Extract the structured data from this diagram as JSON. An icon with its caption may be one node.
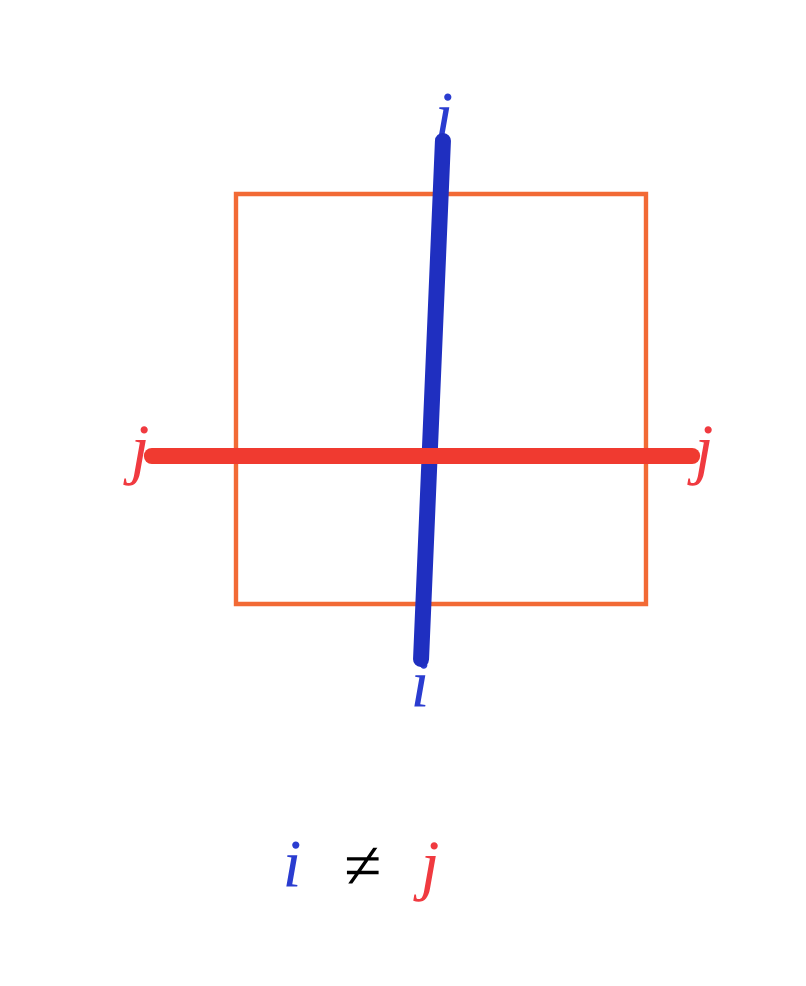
{
  "diagram": {
    "nodes": [
      {
        "text": [
          "i"
        ]
      },
      {
        "text": [
          "j"
        ]
      },
      {
        "text": [
          "j"
        ]
      },
      {
        "text": [
          "i"
        ]
      }
    ],
    "edges": [
      {
        "from": 0,
        "to": 3,
        "arrow": "none",
        "color": "#1f2fc0"
      },
      {
        "from": 1,
        "to": 2,
        "arrow": "none",
        "color": "#f03a30"
      }
    ],
    "labels": [
      "i",
      "≠",
      "j"
    ]
  }
}
